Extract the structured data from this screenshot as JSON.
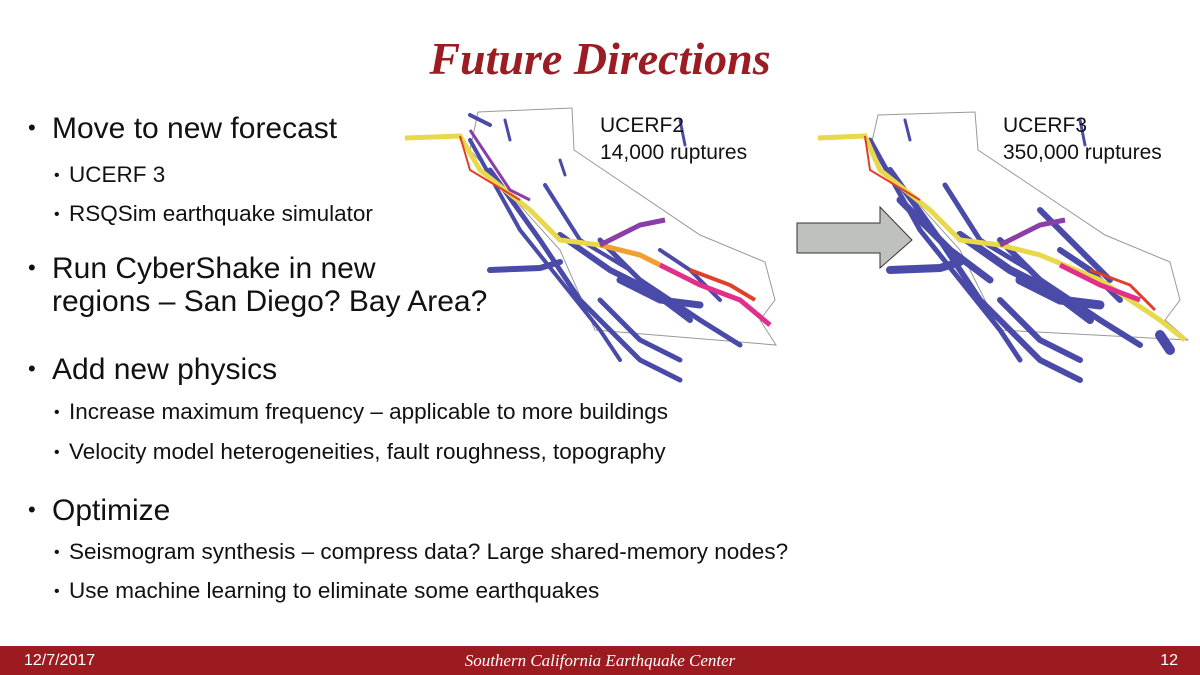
{
  "title": "Future Directions",
  "bullets": [
    {
      "text": "Move to new forecast",
      "sub": [
        "UCERF 3",
        "RSQSim earthquake simulator"
      ]
    },
    {
      "text": "Run CyberShake in new",
      "cont": "regions – San Diego? Bay Area?"
    },
    {
      "text": "Add new physics",
      "sub": [
        "Increase maximum frequency – applicable to more buildings",
        "Velocity model heterogeneities, fault roughness, topography"
      ]
    },
    {
      "text": "Optimize",
      "sub": [
        "Seismogram synthesis – compress data?  Large shared-memory nodes?",
        "Use machine learning to eliminate some earthquakes"
      ]
    }
  ],
  "bullet_glyph": "•",
  "figure": {
    "left": {
      "label": "UCERF2",
      "count": "14,000 ruptures"
    },
    "right": {
      "label": "UCERF3",
      "count": "350,000 ruptures"
    },
    "colors": {
      "fault": "#4a4aa8",
      "san_andreas": "#e8d84a",
      "red": "#e0402a",
      "magenta": "#e0308c",
      "purple": "#8a3ea8",
      "arrow": "#bfc2bc"
    }
  },
  "footer": {
    "date": "12/7/2017",
    "org": "Southern California Earthquake Center",
    "page": "12"
  }
}
